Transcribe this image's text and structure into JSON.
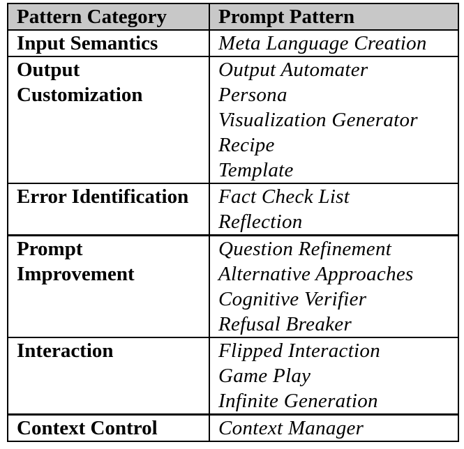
{
  "header": {
    "category": "Pattern Category",
    "pattern": "Prompt Pattern"
  },
  "rows": [
    {
      "category": "Input Semantics",
      "patterns": [
        "Meta Language Creation"
      ]
    },
    {
      "category": "Output Customization",
      "patterns": [
        "Output Automater",
        "Persona",
        "Visualization Generator",
        "Recipe",
        "Template"
      ]
    },
    {
      "category": "Error Identification",
      "patterns": [
        "Fact Check List",
        "Reflection"
      ]
    },
    {
      "category": "Prompt Improvement",
      "patterns": [
        "Question Refinement",
        "Alternative Approaches",
        "Cognitive Verifier",
        "Refusal Breaker"
      ]
    },
    {
      "category": "Interaction",
      "patterns": [
        "Flipped Interaction",
        "Game Play",
        "Infinite Generation"
      ]
    },
    {
      "category": "Context Control",
      "patterns": [
        "Context Manager"
      ]
    }
  ]
}
